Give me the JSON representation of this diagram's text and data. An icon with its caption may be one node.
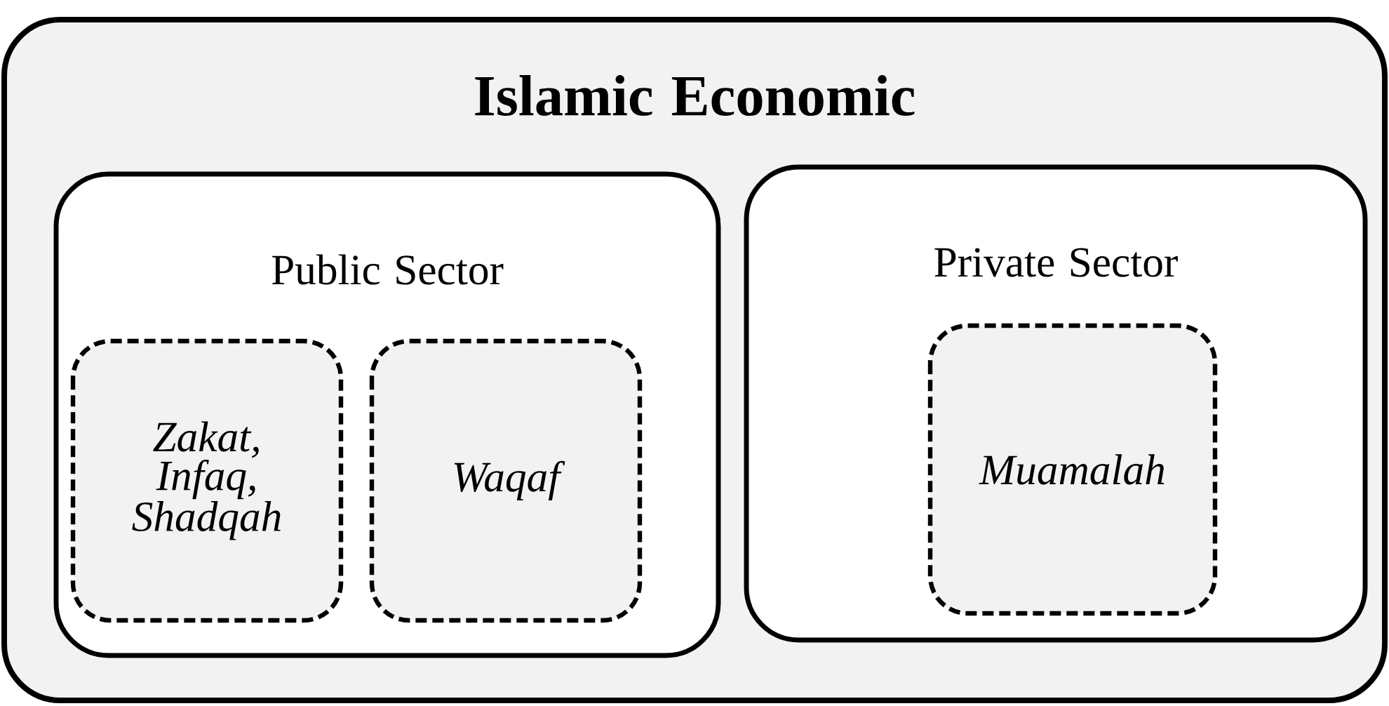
{
  "diagram": {
    "nodes": [
      {
        "text": [
          "Islamic Economic"
        ]
      },
      {
        "text": [
          "Public Sector"
        ],
        "in": 0
      },
      {
        "text": [
          "Zakat, Infaq, Shadqah"
        ],
        "in": 1
      },
      {
        "text": [
          "Waqaf"
        ],
        "in": 1
      },
      {
        "text": [
          "Private Sector"
        ],
        "in": 0
      },
      {
        "text": [
          "Muamalah"
        ],
        "in": 4
      }
    ]
  }
}
